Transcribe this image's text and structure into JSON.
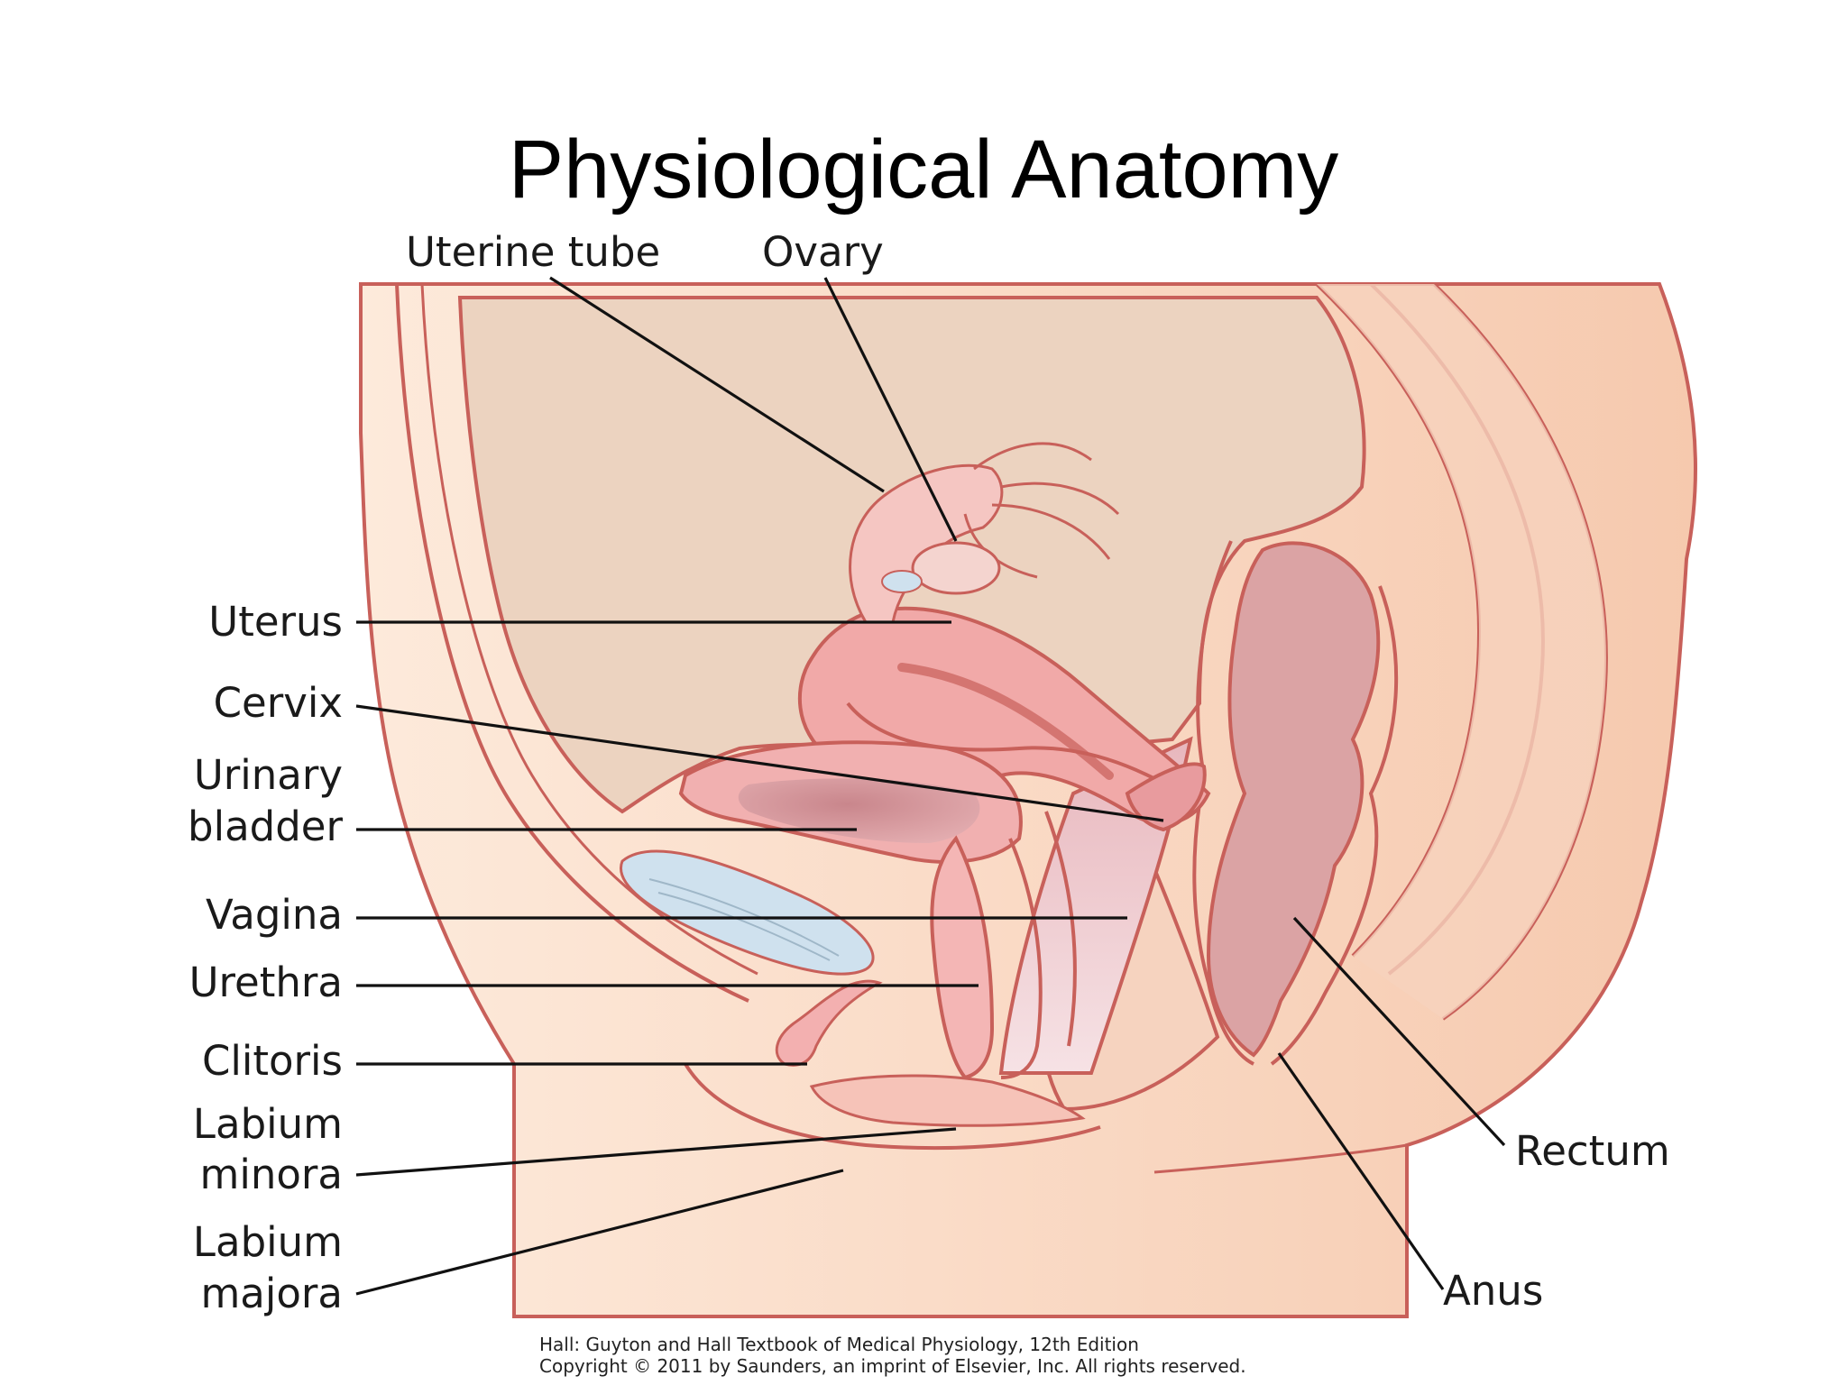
{
  "title": "Physiological Anatomy",
  "labels": {
    "uterine_tube": "Uterine tube",
    "ovary": "Ovary",
    "uterus": "Uterus",
    "cervix": "Cervix",
    "urinary_bladder_line1": "Urinary",
    "urinary_bladder_line2": "bladder",
    "vagina": "Vagina",
    "urethra": "Urethra",
    "clitoris": "Clitoris",
    "labium_minora_line1": "Labium",
    "labium_minora_line2": "minora",
    "labium_majora_line1": "Labium",
    "labium_majora_line2": "majora",
    "rectum": "Rectum",
    "anus": "Anus"
  },
  "credit": {
    "line1": "Hall: Guyton and Hall Textbook of Medical Physiology, 12th Edition",
    "line2": "Copyright © 2011 by Saunders, an imprint of Elsevier, Inc. All rights reserved."
  },
  "colors": {
    "outline": "#c8605a",
    "skin": "#fbe4d2",
    "skin_dark": "#f7cdb4",
    "cavity": "#ecd2bf",
    "organ": "#f2aeae",
    "organ_dark": "#d98f92",
    "rectum": "#d9a0a2",
    "bone": "#cfe1ee"
  }
}
